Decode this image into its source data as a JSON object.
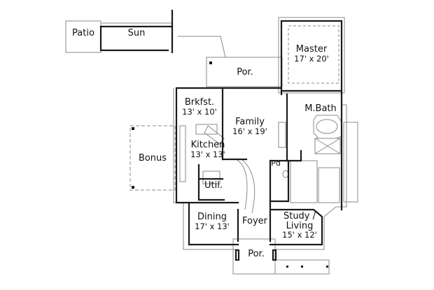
{
  "plan": {
    "type": "floor-plan",
    "rooms": [
      {
        "id": "patio",
        "name": "Patio",
        "dims": ""
      },
      {
        "id": "sun",
        "name": "Sun",
        "dims": ""
      },
      {
        "id": "master",
        "name": "Master",
        "dims": "17' x 20'"
      },
      {
        "id": "porch-rear",
        "name": "Por.",
        "dims": ""
      },
      {
        "id": "breakfast",
        "name": "Brkfst.",
        "dims": "13' x 10'"
      },
      {
        "id": "family",
        "name": "Family",
        "dims": "16' x 19'"
      },
      {
        "id": "master-bath",
        "name": "M.Bath",
        "dims": ""
      },
      {
        "id": "bonus",
        "name": "Bonus",
        "dims": ""
      },
      {
        "id": "kitchen",
        "name": "Kitchen",
        "dims": "13' x 13'"
      },
      {
        "id": "powder",
        "name": "Pd",
        "dims": ""
      },
      {
        "id": "utility",
        "name": "Util.",
        "dims": ""
      },
      {
        "id": "dining",
        "name": "Dining",
        "dims": "17' x 13'"
      },
      {
        "id": "foyer",
        "name": "Foyer",
        "dims": ""
      },
      {
        "id": "study",
        "name": "Study /",
        "name2": "Living",
        "dims": "15' x 12'"
      },
      {
        "id": "porch-front",
        "name": "Por.",
        "dims": ""
      }
    ],
    "colors": {
      "wall": "#1a1a1a",
      "thin": "#8a8a8a",
      "background": "#ffffff"
    }
  }
}
